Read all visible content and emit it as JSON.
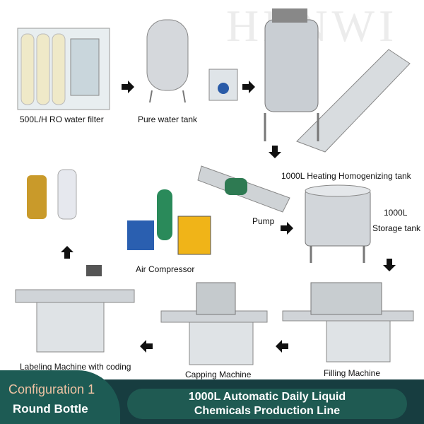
{
  "watermark": "HENWI",
  "stations": {
    "ro_filter": "500L/H RO water filter",
    "pure_tank": "Pure water tank",
    "homogenizer": "1000L Heating Homogenizing tank",
    "pump": "Pump",
    "storage_capacity": "1000L",
    "storage": "Storage tank",
    "air_compressor": "Air Compressor",
    "labeling": "Labeling Machine with coding",
    "capping": "Capping Machine",
    "filling": "Filling Machine"
  },
  "footer": {
    "configuration": "Configuration 1",
    "bottle_type": "Round Bottle",
    "title_line1": "1000L Automatic Daily Liquid",
    "title_line2": "Chemicals Production Line"
  },
  "colors": {
    "band": "#173d40",
    "tab": "#1d5b54",
    "pill": "#1f5a52",
    "config_text": "#f0c3a3"
  }
}
